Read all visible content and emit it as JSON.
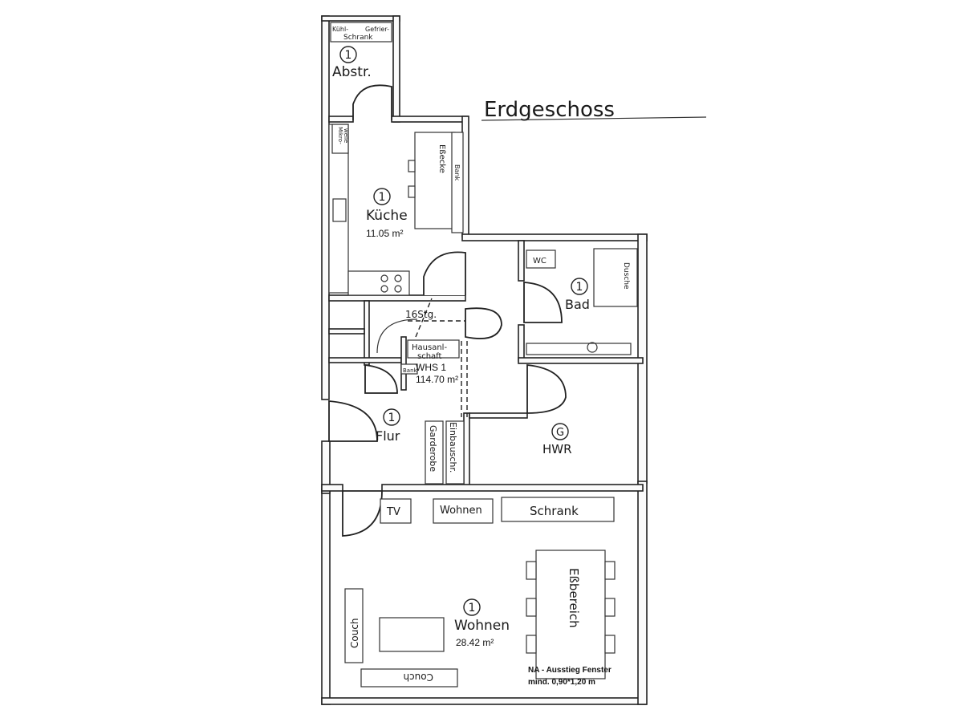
{
  "title": "Erdgeschoss",
  "rooms": [
    {
      "id": "abstr",
      "number": "1",
      "name": "Abstr.",
      "area": ""
    },
    {
      "id": "kueche",
      "number": "1",
      "name": "Küche",
      "area": "11.05 m²"
    },
    {
      "id": "bad",
      "number": "1",
      "name": "Bad",
      "area": ""
    },
    {
      "id": "flur",
      "number": "1",
      "name": "Flur",
      "area": ""
    },
    {
      "id": "hwr",
      "number": "G",
      "name": "HWR",
      "area": ""
    },
    {
      "id": "wohnen",
      "number": "1",
      "name": "Wohnen",
      "area": "28.42 m²"
    }
  ],
  "unit": {
    "name": "WHS 1",
    "area": "114.70 m²"
  },
  "labels": {
    "fridge_1": "Kühl-",
    "fridge_2": "Gefrier-",
    "fridge_3": "Schrank",
    "microwave_1": "Mikro-",
    "microwave_2": "welle",
    "essecke": "Eßecke",
    "bank_kitchen": "Bank",
    "wc": "WC",
    "dusche": "Dusche",
    "stairs": "16Stg.",
    "shaft_1": "Hausanl-",
    "shaft_2": "schaft",
    "bank_flur": "Bank",
    "garderobe": "Garderobe",
    "einbauschr": "Einbauschr.",
    "tv": "TV",
    "wohnen_shelf": "Wohnen",
    "schrank": "Schrank",
    "essbereich": "Eßbereich",
    "couch_left": "Couch",
    "couch_bottom": "Couch",
    "note_1": "NA - Ausstieg Fenster",
    "note_2": "mind. 0,90*1,20 m"
  }
}
